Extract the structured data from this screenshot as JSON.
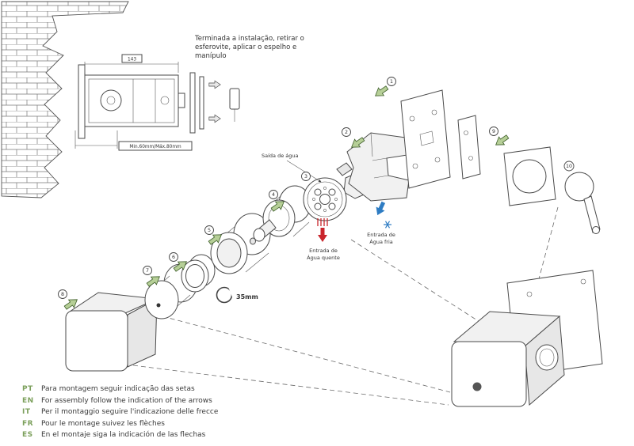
{
  "diagram": {
    "top_note": "Terminada a instalação, retirar o esferovite, aplicar o espelho e manípulo",
    "dimension_width": "143",
    "dimension_depth": "Min.60mm/Máx.80mm",
    "water_outlet_label": "Saída de água",
    "hot_inlet": {
      "line1": "Entrada de",
      "line2": "Água quente"
    },
    "cold_inlet": {
      "line1": "Entrada de",
      "line2": "Água fria"
    },
    "wrench_size": "35mm"
  },
  "steps": [
    "1",
    "2",
    "3",
    "4",
    "5",
    "6",
    "7",
    "8",
    "9",
    "10"
  ],
  "instructions": [
    {
      "lang": "PT",
      "text": "Para montagem seguir indicação das setas"
    },
    {
      "lang": "EN",
      "text": "For assembly follow the indication of the arrows"
    },
    {
      "lang": "IT",
      "text": "Per il montaggio seguire l'indicazione delle frecce"
    },
    {
      "lang": "FR",
      "text": "Pour le montage suivez les flèches"
    },
    {
      "lang": "ES",
      "text": "En el montaje siga la indicación de las flechas"
    }
  ],
  "colors": {
    "hot": "#c9252c",
    "cold": "#2e7cc3",
    "assembly_arrow_green": "#b6cf97",
    "language_code_green": "#7ca05c"
  }
}
